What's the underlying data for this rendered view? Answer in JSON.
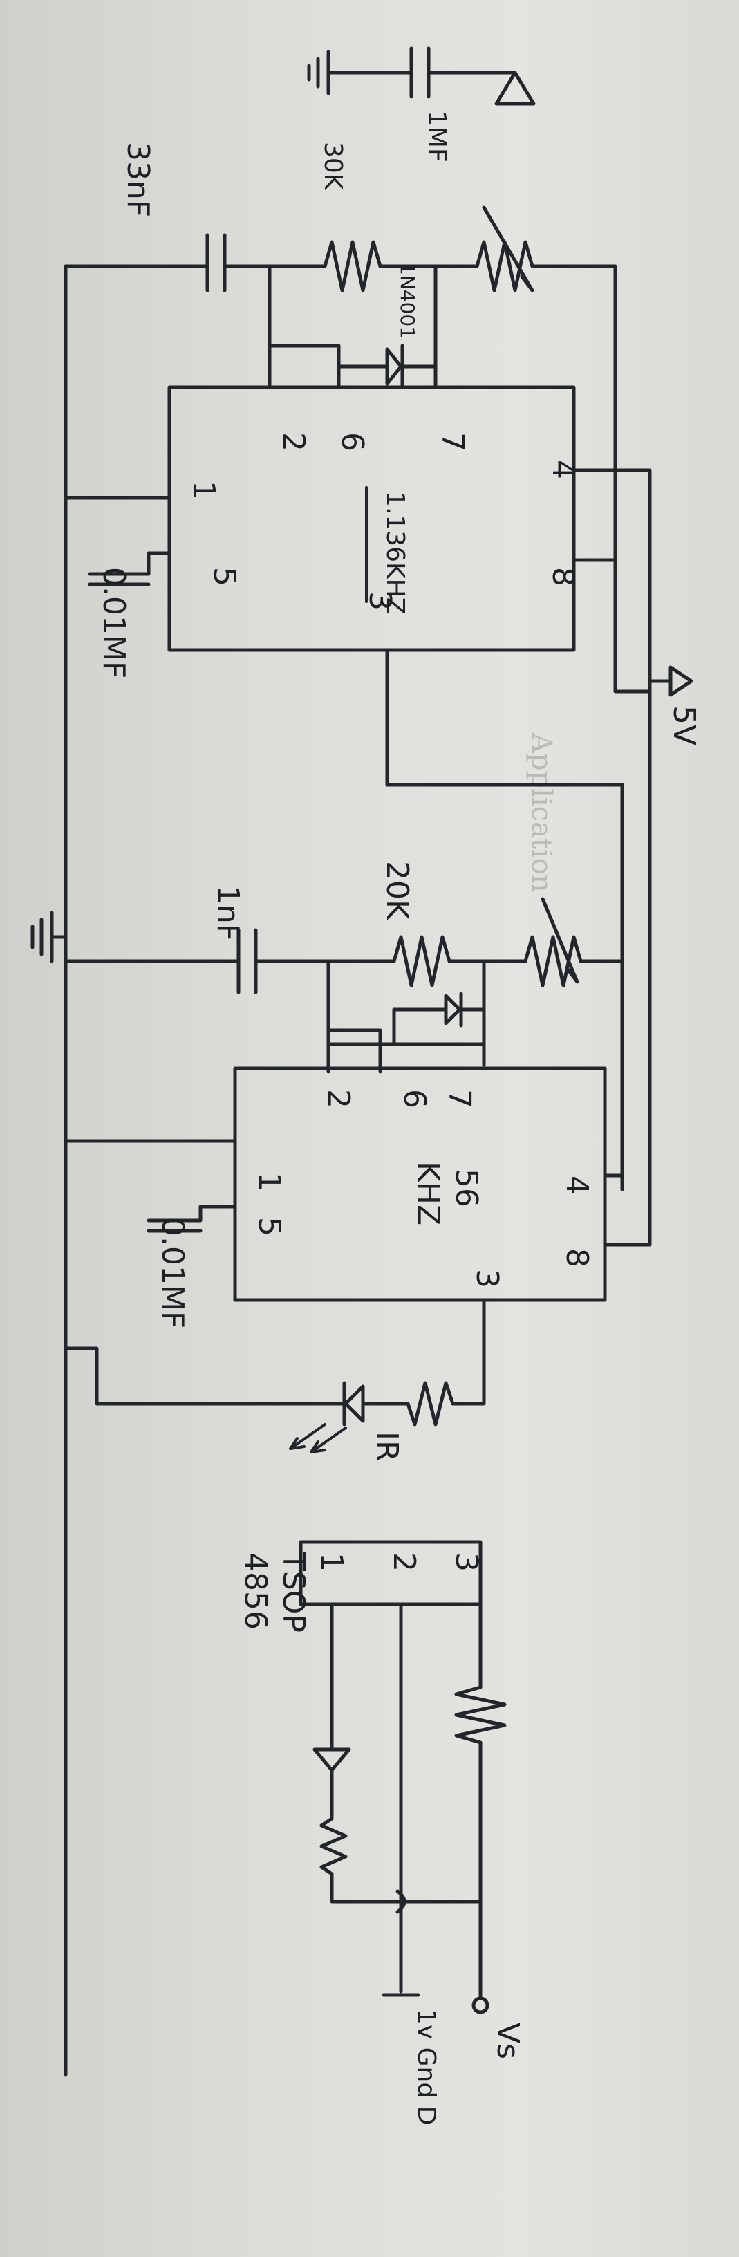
{
  "labels": {
    "cap_1uf": "1MF",
    "res_30k": "30K",
    "diode_1n4001": "1N4001",
    "cap_33nf": "33nF",
    "timer1_freq": "1.136KHZ",
    "cap_0_01uf_a": "0.01MF",
    "supply_5v": "5V",
    "res_20k": "20K",
    "cap_1nf": "1nF",
    "timer2_freq_a": "56",
    "timer2_freq_b": "KHZ",
    "cap_0_01uf_b": "0.01MF",
    "ir_led": "IR",
    "tsop_a": "TSOP",
    "tsop_b": "4856",
    "vs": "Vs",
    "gnd": "1v Gnd D"
  },
  "timer1_pins": {
    "p1": "1",
    "p2": "2",
    "p3": "3",
    "p4": "4",
    "p5": "5",
    "p6": "6",
    "p7": "7",
    "p8": "8"
  },
  "timer2_pins": {
    "p1": "1",
    "p2": "2",
    "p3": "3",
    "p4": "4",
    "p5": "5",
    "p6": "6",
    "p7": "7",
    "p8": "8"
  },
  "tsop_pins": {
    "p1": "1",
    "p2": "2",
    "p3": "3"
  },
  "bleed_through": "Application"
}
